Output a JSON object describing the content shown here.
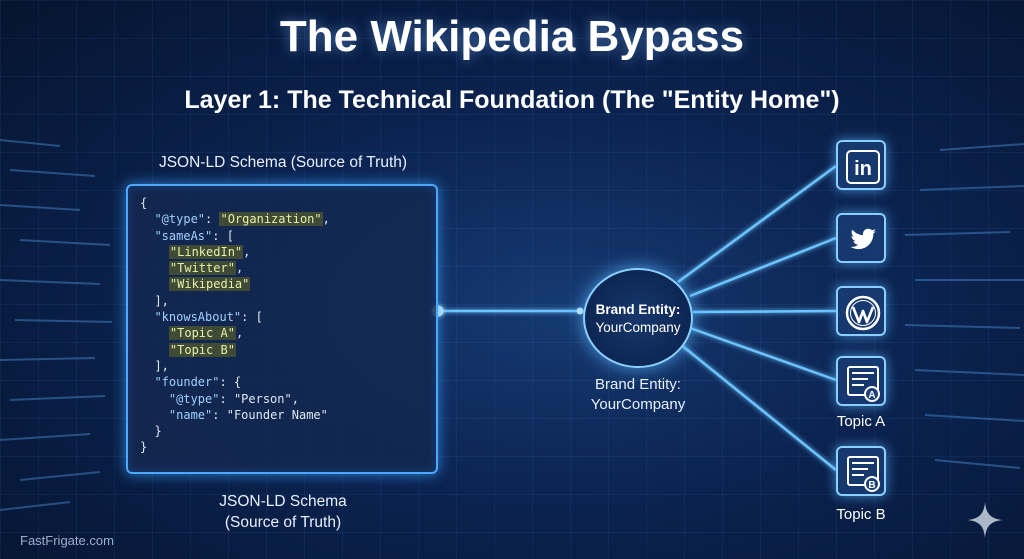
{
  "title": "The Wikipedia Bypass",
  "subtitle": "Layer 1: The Technical Foundation (The \"Entity Home\")",
  "schema_label_top": "JSON-LD Schema (Source of Truth)",
  "schema_label_bottom_line1": "JSON-LD Schema",
  "schema_label_bottom_line2": "(Source of Truth)",
  "code": {
    "open_brace": "{",
    "type_key": "\"@type\"",
    "type_value": "\"Organization\"",
    "sameas_key": "\"sameAs\"",
    "sameas_values": [
      "\"LinkedIn\"",
      "\"Twitter\"",
      "\"Wikipedia\""
    ],
    "knows_key": "\"knowsAbout\"",
    "knows_values": [
      "\"Topic A\"",
      "\"Topic B\""
    ],
    "founder_key": "\"founder\"",
    "founder_type_key": "\"@type\"",
    "founder_type_value": "\"Person\"",
    "founder_name_key": "\"name\"",
    "founder_name_value": "\"Founder Name\"",
    "close_brace": "}"
  },
  "entity": {
    "line1": "Brand Entity:",
    "line2": "YourCompany",
    "below_line1": "Brand Entity:",
    "below_line2": "YourCompany"
  },
  "icons": [
    "linkedin-icon",
    "twitter-icon",
    "wordpress-icon",
    "topic-a-icon",
    "topic-b-icon"
  ],
  "topic_a_label": "Topic A",
  "topic_b_label": "Topic B",
  "topic_a_badge": "A",
  "topic_b_badge": "B",
  "linkedin_text": "in",
  "footer_brand": "FastFrigate.com",
  "colors": {
    "accent": "#4aa8ff",
    "glow": "#8ad0ff",
    "background": "#0b2350"
  }
}
